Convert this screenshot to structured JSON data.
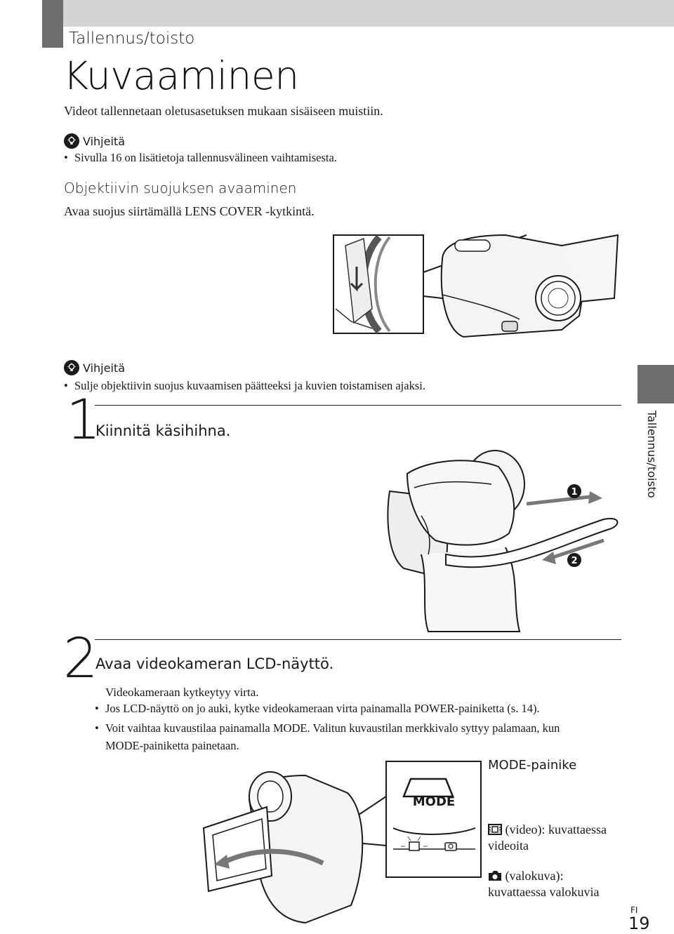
{
  "header": {
    "section": "Tallennus/toisto",
    "title": "Kuvaaminen",
    "intro": "Videot tallennetaan oletusasetuksen mukaan sisäiseen muistiin."
  },
  "tips": [
    {
      "label": "Vihjeitä",
      "bullet": "Sivulla 16 on lisätietoja tallennusvälineen vaihtamisesta."
    },
    {
      "label": "Vihjeitä",
      "bullet": "Sulje objektiivin suojus kuvaamisen päätteeksi ja kuvien toistamisen ajaksi."
    }
  ],
  "lens_cover": {
    "heading": "Objektiivin suojuksen avaaminen",
    "text": "Avaa suojus siirtämällä LENS COVER -kytkintä."
  },
  "steps": [
    {
      "number": "1",
      "title": "Kiinnitä käsihihna.",
      "markers": [
        "1",
        "2"
      ]
    },
    {
      "number": "2",
      "title": "Avaa videokameran LCD-näyttö.",
      "text": "Videokameraan kytkeytyy virta.",
      "bullets": [
        "Jos LCD-näyttö on jo auki, kytke videokameraan virta painamalla POWER-painiketta (s. 14).",
        "Voit vaihtaa kuvaustilaa painamalla MODE. Valitun kuvaustilan merkkivalo syttyy palamaan, kun",
        "MODE-painiketta painetaan."
      ]
    }
  ],
  "mode_panel": {
    "button_text": "MODE",
    "label": "MODE-painike",
    "video_label": "(video): kuvattaessa",
    "video_label_2": "videoita",
    "photo_label": "(valokuva):",
    "photo_label_2": "kuvattaessa valokuvia"
  },
  "side_tab": "Tallennus/toisto",
  "footer": {
    "lang": "FI",
    "page": "19"
  },
  "colors": {
    "tab_dark": "#6e6e6e",
    "tab_light": "#d4d4d4",
    "text": "#1a1a1a"
  },
  "icons": [
    "tip-icon",
    "film-icon",
    "camera-icon"
  ]
}
